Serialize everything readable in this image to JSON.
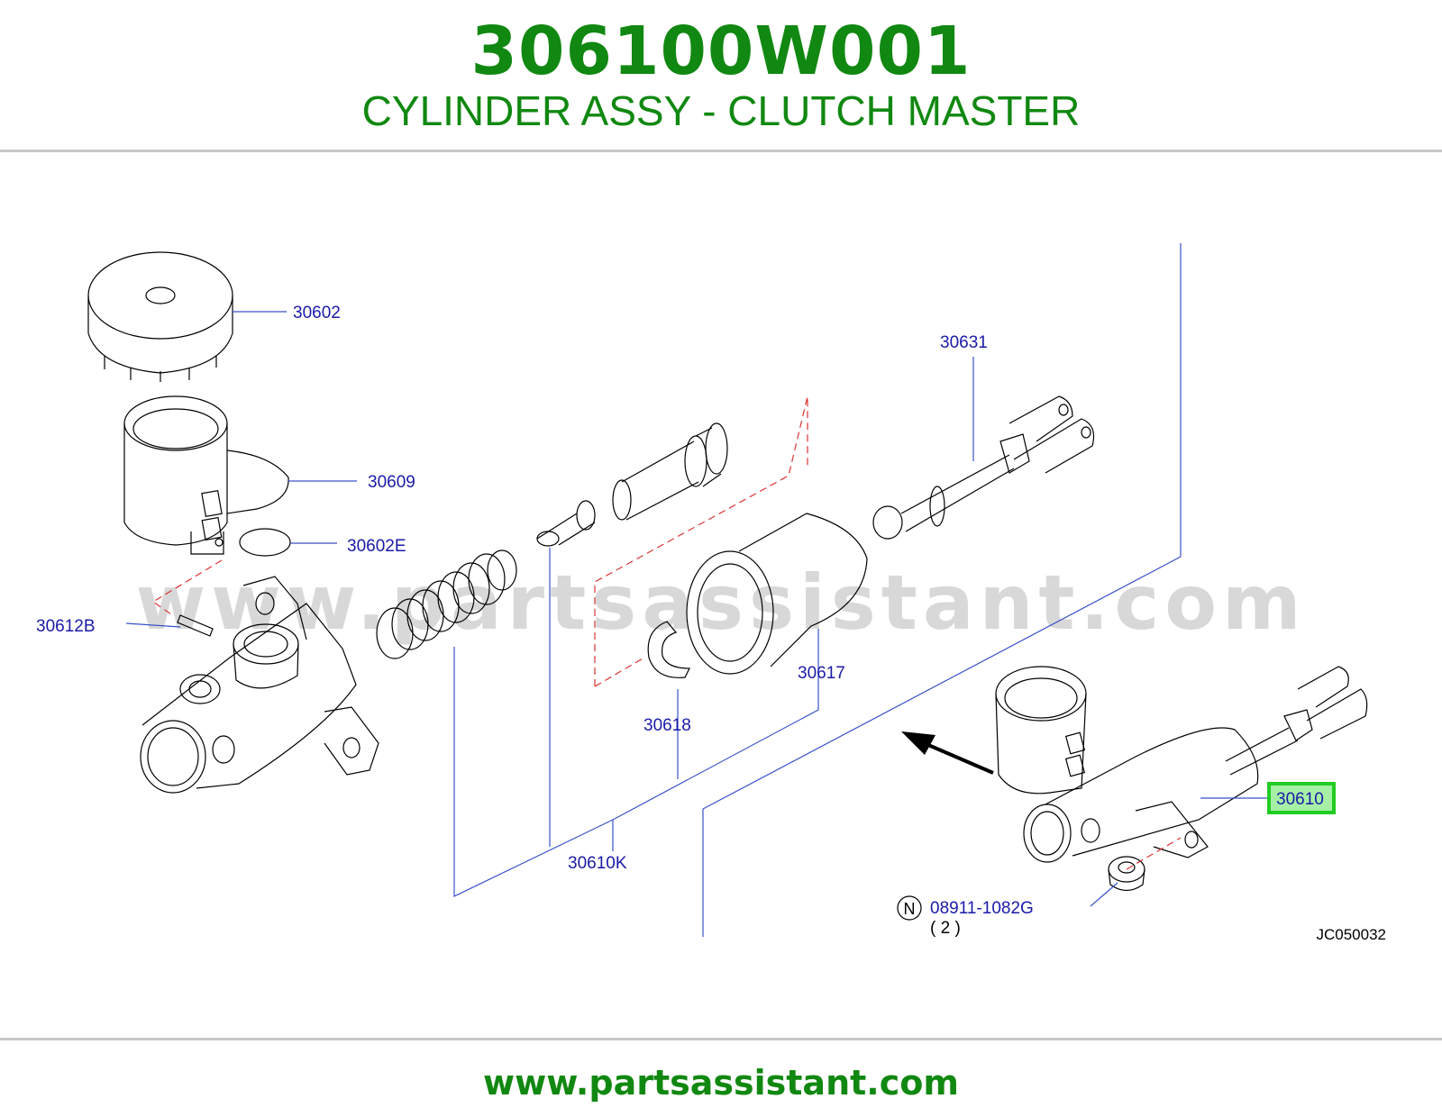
{
  "header": {
    "part_number": "306100W001",
    "part_name": "CYLINDER ASSY - CLUTCH MASTER"
  },
  "watermark": "www.partsassistant.com",
  "callouts": {
    "c30602": "30602",
    "c30609": "30609",
    "c30602E": "30602E",
    "c30612B": "30612B",
    "c30631": "30631",
    "c30617": "30617",
    "c30618": "30618",
    "c30610K": "30610K",
    "c30610": "30610",
    "c08911": "08911-1082G",
    "c08911_qty": "( 2 )",
    "n_symbol": "N"
  },
  "diagram_code": "JC050032",
  "footer": {
    "url": "www.partsassistant.com"
  },
  "colors": {
    "brand_green": "#118811",
    "callout_blue": "#1a1aa8",
    "highlight_green": "#22cc22",
    "leader_line": "#3a52c8",
    "dashed_red": "#dd3333"
  }
}
